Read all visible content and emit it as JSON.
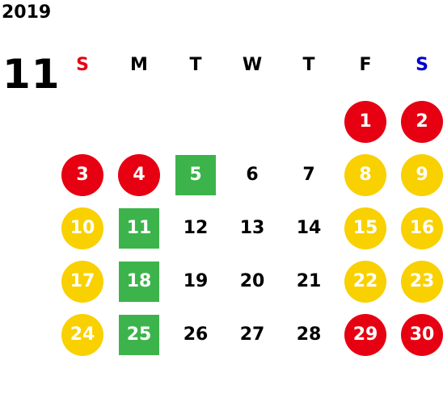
{
  "calendar": {
    "year": "2019",
    "month": "11",
    "weekdays": [
      {
        "label": "S",
        "color": "#e60012"
      },
      {
        "label": "M",
        "color": "#000000"
      },
      {
        "label": "T",
        "color": "#000000"
      },
      {
        "label": "W",
        "color": "#000000"
      },
      {
        "label": "T",
        "color": "#000000"
      },
      {
        "label": "F",
        "color": "#000000"
      },
      {
        "label": "S",
        "color": "#0000cc"
      }
    ],
    "colors": {
      "red": "#e60012",
      "yellow": "#f9d000",
      "green": "#3cb44b"
    },
    "weeks": [
      [
        null,
        null,
        null,
        null,
        null,
        {
          "label": "1",
          "style": "red"
        },
        {
          "label": "2",
          "style": "red"
        }
      ],
      [
        {
          "label": "3",
          "style": "red"
        },
        {
          "label": "4",
          "style": "red"
        },
        {
          "label": "5",
          "style": "green"
        },
        {
          "label": "6",
          "style": "plain"
        },
        {
          "label": "7",
          "style": "plain"
        },
        {
          "label": "8",
          "style": "yellow"
        },
        {
          "label": "9",
          "style": "yellow"
        }
      ],
      [
        {
          "label": "10",
          "style": "yellow"
        },
        {
          "label": "11",
          "style": "green"
        },
        {
          "label": "12",
          "style": "plain"
        },
        {
          "label": "13",
          "style": "plain"
        },
        {
          "label": "14",
          "style": "plain"
        },
        {
          "label": "15",
          "style": "yellow"
        },
        {
          "label": "16",
          "style": "yellow"
        }
      ],
      [
        {
          "label": "17",
          "style": "yellow"
        },
        {
          "label": "18",
          "style": "green"
        },
        {
          "label": "19",
          "style": "plain"
        },
        {
          "label": "20",
          "style": "plain"
        },
        {
          "label": "21",
          "style": "plain"
        },
        {
          "label": "22",
          "style": "yellow"
        },
        {
          "label": "23",
          "style": "yellow"
        }
      ],
      [
        {
          "label": "24",
          "style": "yellow"
        },
        {
          "label": "25",
          "style": "green"
        },
        {
          "label": "26",
          "style": "plain"
        },
        {
          "label": "27",
          "style": "plain"
        },
        {
          "label": "28",
          "style": "plain"
        },
        {
          "label": "29",
          "style": "red"
        },
        {
          "label": "30",
          "style": "red"
        }
      ]
    ]
  }
}
